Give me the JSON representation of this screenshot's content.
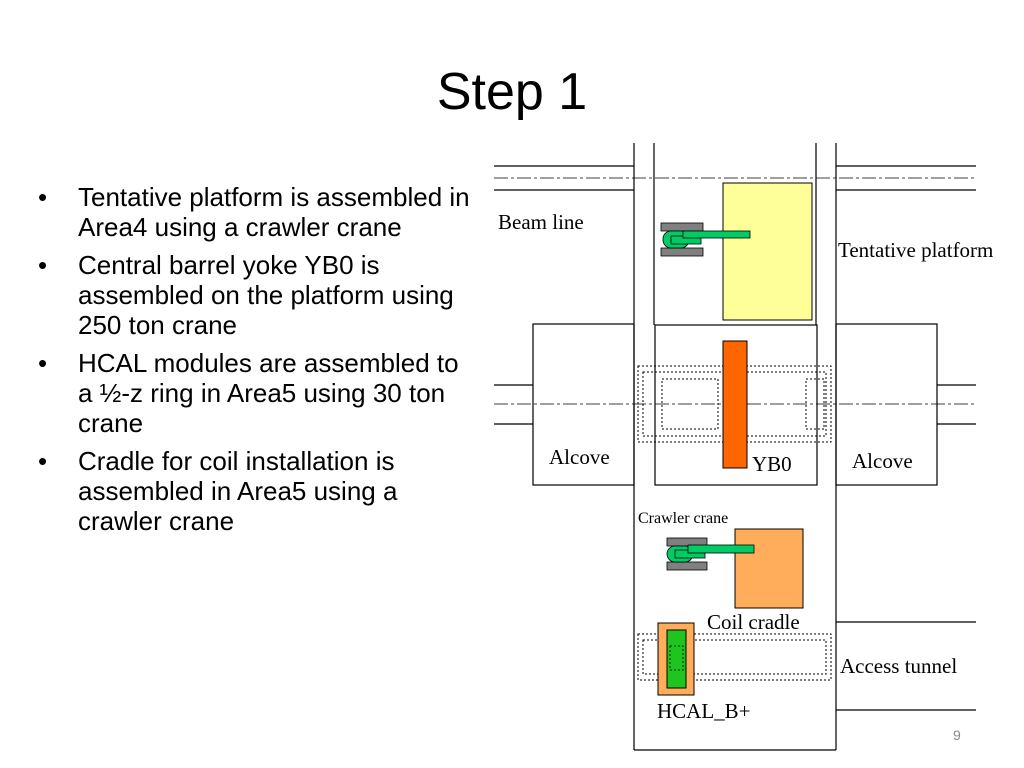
{
  "slide": {
    "title": "Step 1",
    "page_number": "9",
    "bullet_symbol": "•",
    "bullets": [
      "Tentative platform is assembled in Area4 using a crawler crane",
      "Central barrel yoke YB0 is assembled on the platform using 250 ton crane",
      "HCAL modules are assembled to a ½-z ring in Area5 using 30 ton crane",
      "Cradle for coil installation is assembled in Area5 using a crawler crane"
    ]
  },
  "diagram": {
    "labels": {
      "beam_line": "Beam line",
      "tentative_platform": "Tentative platform",
      "alcove_left": "Alcove",
      "alcove_right": "Alcove",
      "yb0": "YB0",
      "crawler_crane": "Crawler crane",
      "coil_cradle": "Coil cradle",
      "access_tunnel": "Access tunnel",
      "hcal": "HCAL_B+"
    },
    "colors": {
      "platform": "#ffff99",
      "yb0": "#ff6600",
      "coil_cradle": "#ffad5a",
      "hcal_outer": "#ffad5a",
      "hcal_inner": "#1fc41f",
      "crane_arm": "#00cc66",
      "crane_track": "#808080"
    }
  }
}
